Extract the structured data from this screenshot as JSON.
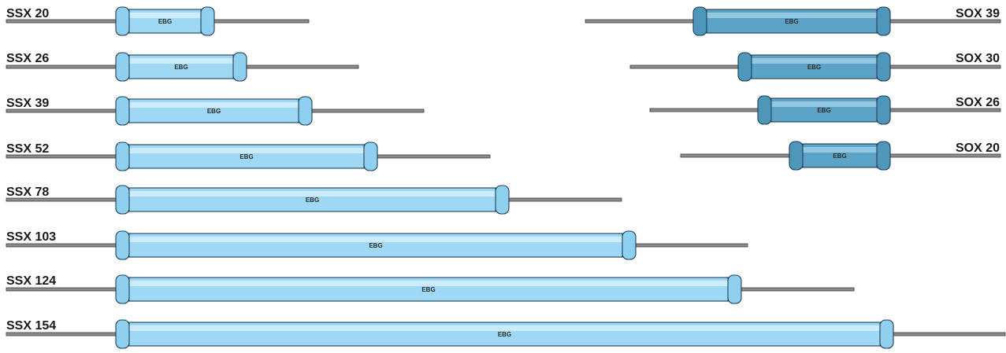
{
  "components_left": [
    {
      "name": "SSX 20",
      "print": "EBG"
    },
    {
      "name": "SSX 26",
      "print": "EBG"
    },
    {
      "name": "SSX 39",
      "print": "EBG"
    },
    {
      "name": "SSX 52",
      "print": "EBG"
    },
    {
      "name": "SSX 78",
      "print": "EBG"
    },
    {
      "name": "SSX 103",
      "print": "EBG"
    },
    {
      "name": "SSX 124",
      "print": "EBG"
    },
    {
      "name": "SSX 154",
      "print": "EBG"
    }
  ],
  "components_right": [
    {
      "name": "SOX 39",
      "print": "EBG"
    },
    {
      "name": "SOX 30",
      "print": "EBG"
    },
    {
      "name": "SOX 26",
      "print": "EBG"
    },
    {
      "name": "SOX 20",
      "print": "EBG"
    }
  ],
  "colors": {
    "ssx_body": "#9ed8f5",
    "ssx_highlight": "#d4f0fc",
    "ssx_cap": "#8fcff0",
    "sox_body": "#5aa3c6",
    "sox_highlight": "#9dcde3",
    "sox_cap": "#4f97ba",
    "outline": "#1f3f55",
    "lead": "#8c8c8c"
  }
}
